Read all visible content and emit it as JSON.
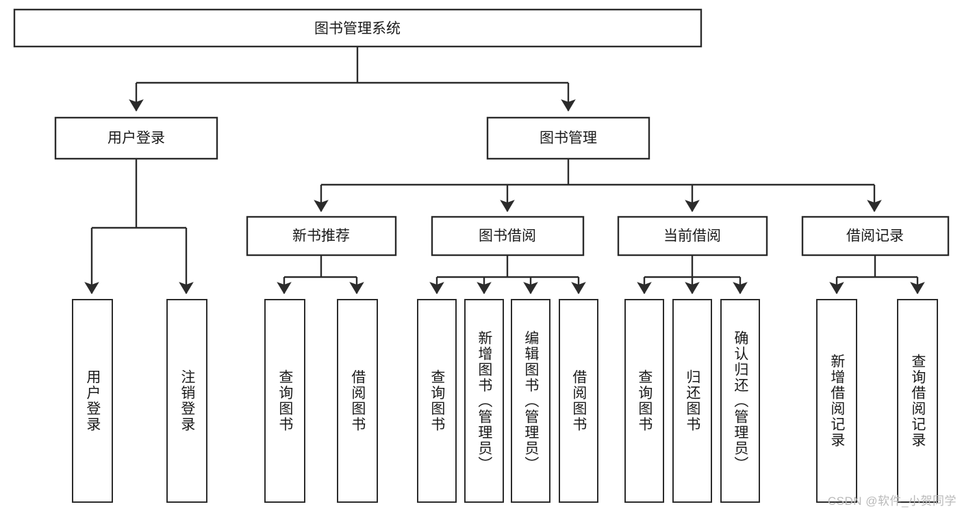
{
  "diagram": {
    "type": "tree-hierarchy-flowchart",
    "title": "图书管理系统",
    "watermark": "CSDN @软件_小贺同学",
    "colors": {
      "stroke": "#2b2b2b",
      "fill": "#ffffff",
      "text": "#1a1a1a",
      "watermark": "#b9b9b9",
      "background": "#ffffff"
    },
    "root": {
      "label": "图书管理系统"
    },
    "level1": [
      {
        "label": "用户登录"
      },
      {
        "label": "图书管理"
      }
    ],
    "level2": [
      {
        "label": "新书推荐"
      },
      {
        "label": "图书借阅"
      },
      {
        "label": "当前借阅"
      },
      {
        "label": "借阅记录"
      }
    ],
    "leaves": {
      "user_login": [
        {
          "label": "用户登录"
        },
        {
          "label": "注销登录"
        }
      ],
      "new_book_recommend": [
        {
          "label": "查询图书"
        },
        {
          "label": "借阅图书"
        }
      ],
      "book_borrow": [
        {
          "label": "查询图书"
        },
        {
          "label": "新增图书（管理员）"
        },
        {
          "label": "编辑图书（管理员）"
        },
        {
          "label": "借阅图书"
        }
      ],
      "current_borrow": [
        {
          "label": "查询图书"
        },
        {
          "label": "归还图书"
        },
        {
          "label": "确认归还（管理员）"
        }
      ],
      "borrow_record": [
        {
          "label": "新增借阅记录"
        },
        {
          "label": "查询借阅记录"
        }
      ]
    }
  }
}
